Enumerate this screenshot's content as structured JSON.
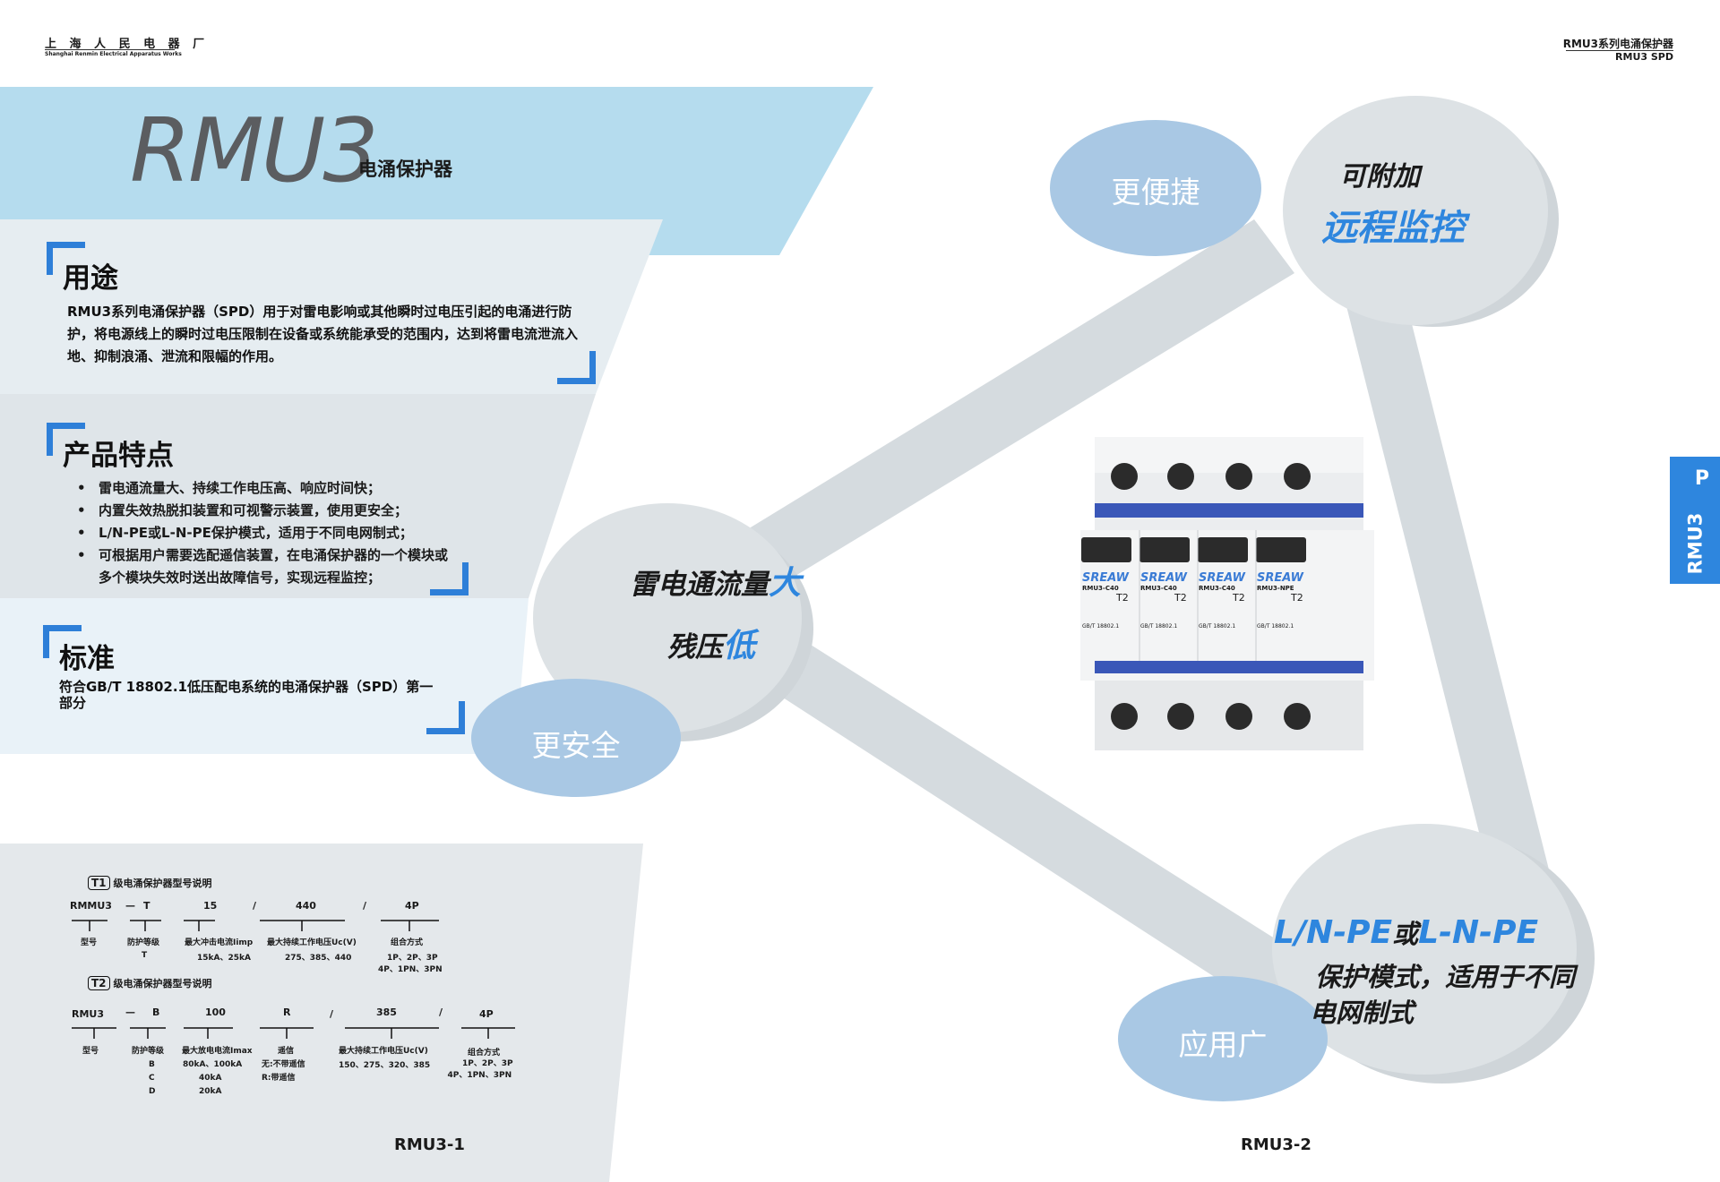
{
  "header": {
    "company_cn": "上 海 人 民 电 器 厂",
    "company_en": "Shanghai Renmin Electrical Apparatus Works",
    "series_cn": "RMU3系列电涌保护器",
    "series_en": "RMU3 SPD"
  },
  "title": {
    "model": "RMU3",
    "name": "电涌保护器"
  },
  "sections": {
    "usage": {
      "heading": "用途",
      "body": "RMU3系列电涌保护器（SPD）用于对雷电影响或其他瞬时过电压引起的电涌进行防护，将电源线上的瞬时过电压限制在设备或系统能承受的范围内，达到将雷电流泄流入地、抑制浪涌、泄流和限幅的作用。"
    },
    "features": {
      "heading": "产品特点",
      "items": [
        "雷电通流量大、持续工作电压高、响应时间快；",
        "内置失效热脱扣装置和可视警示装置，使用更安全；",
        "L/N-PE或L-N-PE保护模式，适用于不同电网制式；",
        "可根据用户需要选配遥信装置，在电涌保护器的一个模块或多个模块失效时送出故障信号，实现远程监控；"
      ]
    },
    "standard": {
      "heading": "标准",
      "body": "符合GB/T 18802.1低压配电系统的电涌保护器（SPD）第一部分"
    }
  },
  "diagram": {
    "top_small": "更便捷",
    "top_large_1": "可附加",
    "top_large_2": "远程监控",
    "left_large_1a": "雷电通流量",
    "left_large_1b": "大",
    "left_large_2a": "残压",
    "left_large_2b": "低",
    "left_small": "更安全",
    "right_large_1a": "L/N-PE",
    "right_large_1b": "或",
    "right_large_1c": "L-N-PE",
    "right_large_2": "保护模式，适用于不同",
    "right_large_3": "电网制式",
    "right_small": "应用广"
  },
  "product": {
    "brand": "SREAW",
    "modules": [
      "RMU3-C40",
      "RMU3-C40",
      "RMU3-C40",
      "RMU3-NPE"
    ],
    "class": "T2",
    "standard": "GB/T 18802.1"
  },
  "sidetab": {
    "label": "RMU3",
    "letter": "P"
  },
  "model_t1": {
    "caption_badge": "T1",
    "caption": "级电涌保护器型号说明",
    "codes": [
      "RMMU3",
      "—",
      "T",
      "15",
      "/",
      "440",
      "/",
      "4P"
    ],
    "labels": [
      "型号",
      "防护等级",
      "最大冲击电流Iimp",
      "最大持续工作电压Uc(V)",
      "组合方式"
    ],
    "values": [
      "T",
      "15kA、25kA",
      "275、385、440",
      "1P、2P、3P",
      "4P、1PN、3PN"
    ]
  },
  "model_t2": {
    "caption_badge": "T2",
    "caption": "级电涌保护器型号说明",
    "codes": [
      "RMU3",
      "—",
      "B",
      "100",
      "R",
      "/",
      "385",
      "/",
      "4P"
    ],
    "labels": [
      "型号",
      "防护等级",
      "最大放电电流Imax",
      "遥信",
      "最大持续工作电压Uc(V)",
      "组合方式"
    ],
    "grades": [
      "B",
      "C",
      "D"
    ],
    "currents": [
      "80kA、100kA",
      "40kA",
      "20kA"
    ],
    "remote": [
      "无:不带遥信",
      "R:带遥信"
    ],
    "voltages": "150、275、320、385",
    "combos": [
      "1P、2P、3P",
      "4P、1PN、3PN"
    ]
  },
  "page_numbers": {
    "left": "RMU3-1",
    "right": "RMU3-2"
  }
}
